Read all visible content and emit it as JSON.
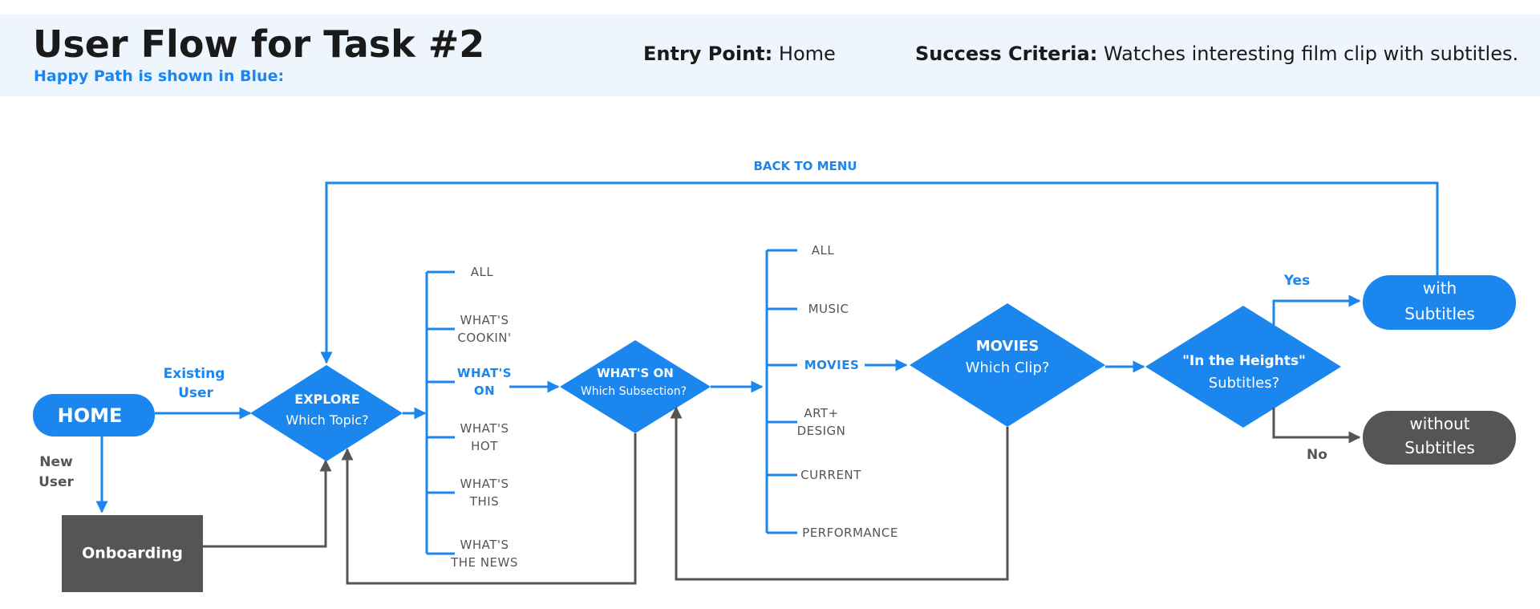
{
  "header": {
    "title": "User Flow for Task #2",
    "subtitle": "Happy Path is shown in Blue:",
    "entry_label": "Entry Point:",
    "entry_value": "Home",
    "success_label": "Success Criteria:",
    "success_value": "Watches interesting film clip with subtitles."
  },
  "colors": {
    "blue": "#1a86ee",
    "gray": "#555555",
    "header_bg": "#eef5fd"
  },
  "flow": {
    "back_to_menu": "BACK TO MENU",
    "home": "HOME",
    "existing_user": [
      "Existing",
      "User"
    ],
    "new_user": [
      "New",
      "User"
    ],
    "onboarding": "Onboarding",
    "explore": {
      "title": "EXPLORE",
      "sub": "Which Topic?"
    },
    "topics": [
      [
        "ALL"
      ],
      [
        "WHAT'S",
        "COOKIN'"
      ],
      [
        "WHAT'S",
        "ON"
      ],
      [
        "WHAT'S",
        "HOT"
      ],
      [
        "WHAT'S",
        "THIS"
      ],
      [
        "WHAT'S",
        "THE NEWS"
      ]
    ],
    "whats_on": {
      "title": "WHAT'S ON",
      "sub": "Which Subsection?"
    },
    "subsections": [
      [
        "ALL"
      ],
      [
        "MUSIC"
      ],
      [
        "MOVIES"
      ],
      [
        "ART+",
        "DESIGN"
      ],
      [
        "CURRENT"
      ],
      [
        "PERFORMANCE"
      ]
    ],
    "movies": {
      "title": "MOVIES",
      "sub": "Which Clip?"
    },
    "heights": {
      "title": "\"In the Heights\"",
      "sub": "Subtitles?"
    },
    "yes": "Yes",
    "no": "No",
    "with_subtitles": [
      "with",
      "Subtitles"
    ],
    "without_subtitles": [
      "without",
      "Subtitles"
    ]
  }
}
